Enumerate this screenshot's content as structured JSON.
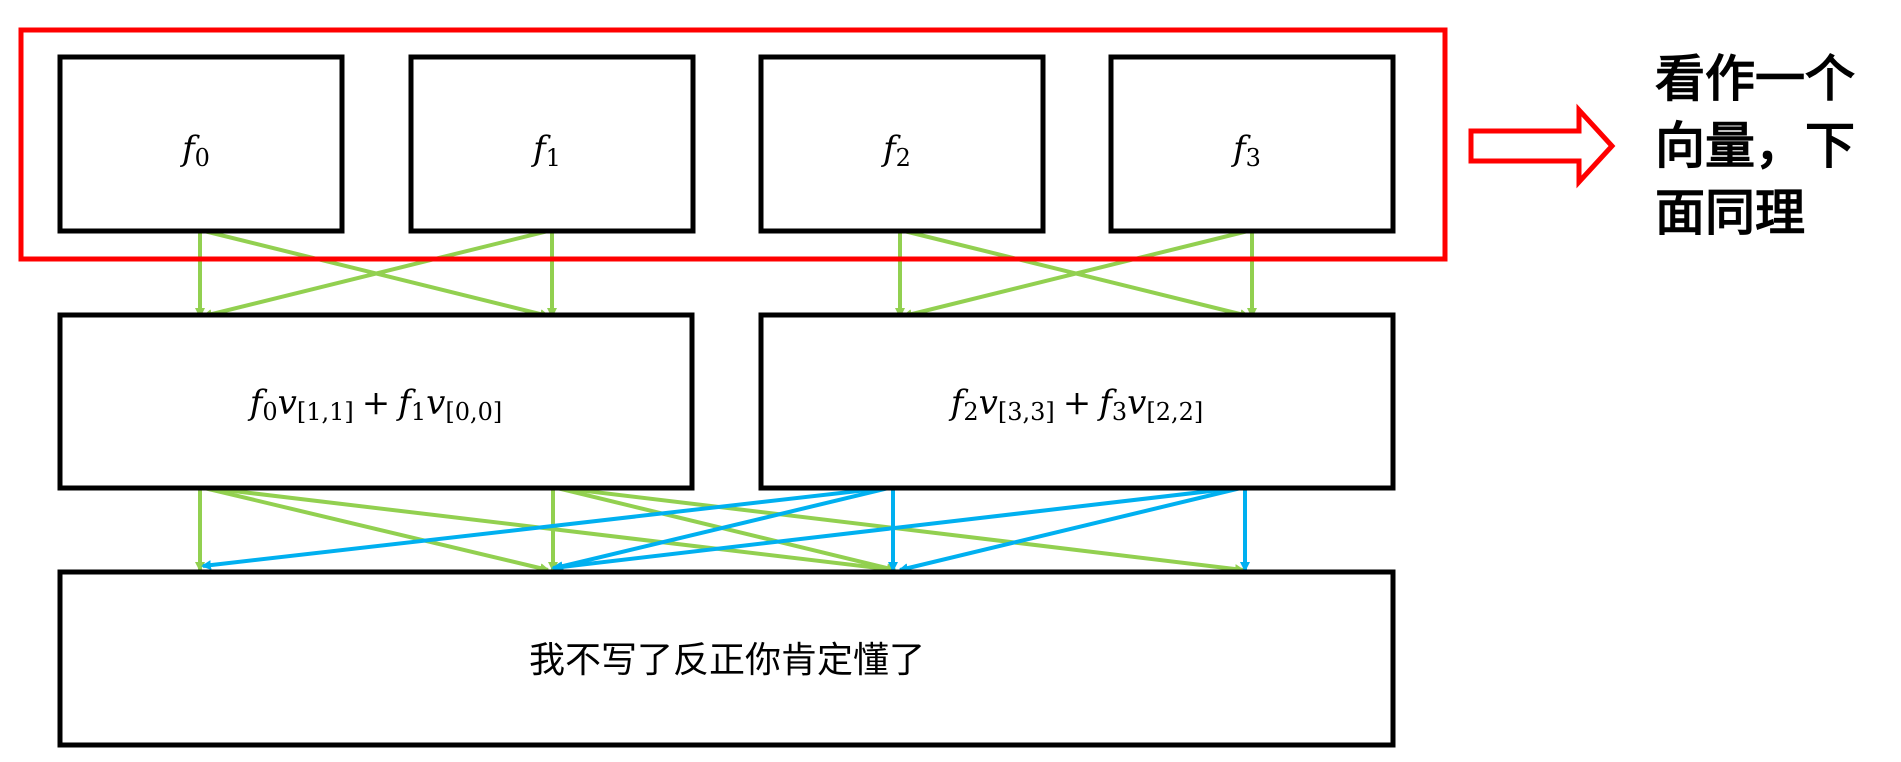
{
  "row1": [
    {
      "var": "f",
      "sub": "0"
    },
    {
      "var": "f",
      "sub": "1"
    },
    {
      "var": "f",
      "sub": "2"
    },
    {
      "var": "f",
      "sub": "3"
    }
  ],
  "row2": [
    {
      "a": "f",
      "a_sub": "0",
      "b": "v",
      "b_sub": "[1,1]",
      "op": "+",
      "c": "f",
      "c_sub": "1",
      "d": "v",
      "d_sub": "[0,0]"
    },
    {
      "a": "f",
      "a_sub": "2",
      "b": "v",
      "b_sub": "[3,3]",
      "op": "+",
      "c": "f",
      "c_sub": "3",
      "d": "v",
      "d_sub": "[2,2]"
    }
  ],
  "row3": {
    "text": "我不写了反正你肯定懂了"
  },
  "note": {
    "line1": "看作一个",
    "line2": "向量，下",
    "line3": "面同理"
  },
  "colors": {
    "box_border": "#000000",
    "highlight": "#ff0000",
    "green_arrow": "#92d050",
    "blue_arrow": "#00b0f0"
  }
}
